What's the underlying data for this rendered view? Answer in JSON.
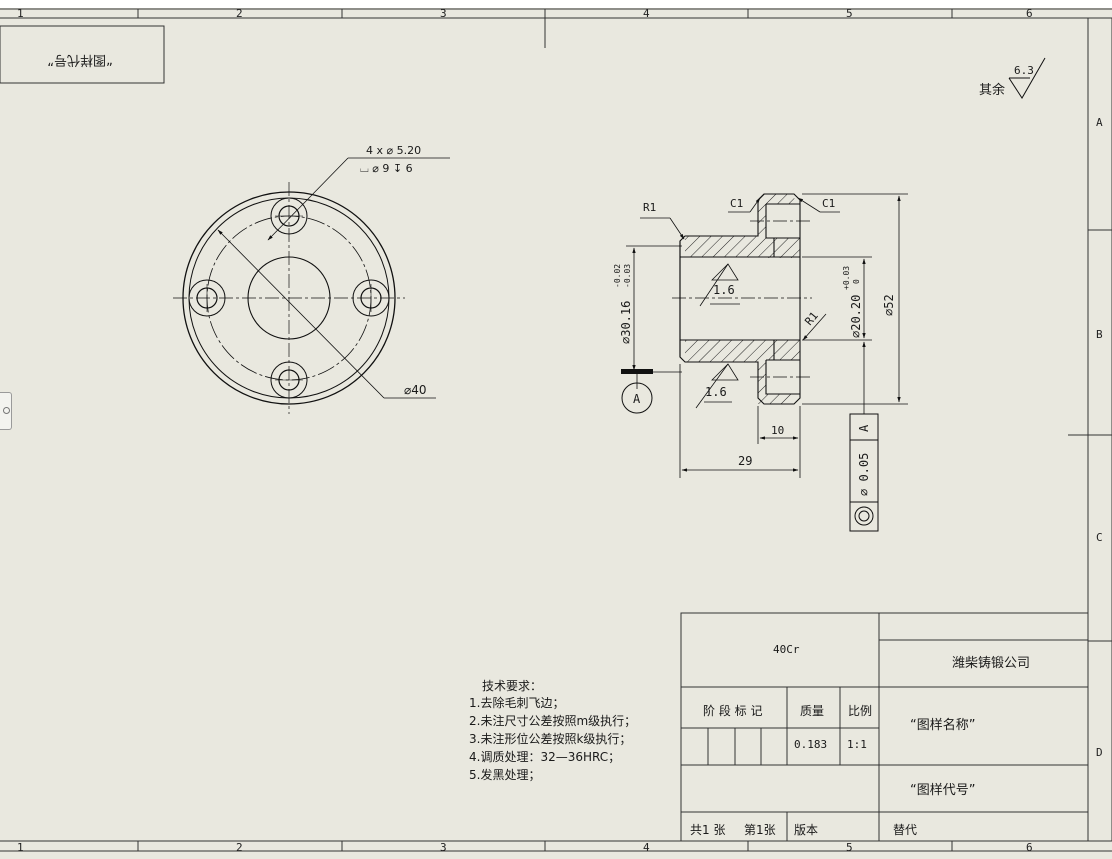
{
  "zones": {
    "columns": [
      "1",
      "2",
      "3",
      "4",
      "5",
      "6"
    ],
    "rows": [
      "A",
      "B",
      "C",
      "D"
    ]
  },
  "stamp": {
    "text": "“图样代号”"
  },
  "roughness": {
    "label": "其余",
    "value": "6.3"
  },
  "hole_callout": {
    "line1": "4 x ⌀ 5.20",
    "line2": "⌴ ⌀ 9 ↧ 6"
  },
  "front_view": {
    "dia_label": "⌀40"
  },
  "section": {
    "chamfer_left": "C1",
    "chamfer_right": "C1",
    "radius_top": "R1",
    "radius_bore": "R1",
    "roughness_top": "1.6",
    "roughness_bottom": "1.6",
    "dia_left": "⌀30.16",
    "tol_left_upper": "-0.02",
    "tol_left_lower": "-0.03",
    "dia_bore": "⌀20.20",
    "tol_bore_upper": "+0.03",
    "tol_bore_lower": "0",
    "dia_outer": "⌀52",
    "len_flange": "10",
    "len_total": "29",
    "datum": "A"
  },
  "tolerance_frame": {
    "datum": "A",
    "value": "⌀ 0.05",
    "symbol_icon": "concentricity-icon"
  },
  "tech_notes": {
    "title": "技术要求：",
    "items": [
      "1.去除毛刺飞边；",
      "2.未注尺寸公差按照m级执行；",
      "3.未注形位公差按照k级执行；",
      "4.调质处理：32—36HRC；",
      "5.发黑处理；"
    ]
  },
  "title_block": {
    "material": "40Cr",
    "company": "潍柴铸锻公司",
    "stage_label": "阶 段 标 记",
    "mass_label": "质量",
    "scale_label": "比例",
    "mass": "0.183",
    "scale": "1:1",
    "drawing_name": "“图样名称”",
    "drawing_number": "“图样代号”",
    "sheets": "共1 张",
    "sheet_no": "第1张",
    "version": "版本",
    "replace": "替代"
  }
}
